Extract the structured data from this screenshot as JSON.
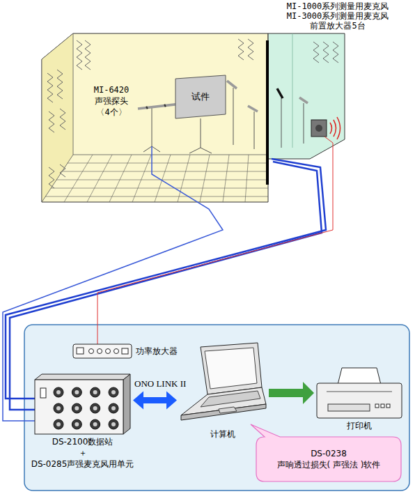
{
  "diagram": {
    "nodes": [
      {
        "text": [
          "试件"
        ]
      },
      {
        "text": [
          "功率放大器"
        ]
      },
      {
        "text": [
          "DS-2100数据站",
          "＋",
          "DS-0285声强麦克风用单元"
        ]
      },
      {
        "text": [
          "计算机"
        ]
      },
      {
        "text": [
          "打印机"
        ]
      },
      {
        "text": [
          "DS-0238",
          "声响透过损失( 声强法 )软件"
        ]
      }
    ],
    "edges": [
      {
        "from": 2,
        "to": 3,
        "arrow": "both",
        "label": "ONO LINK II"
      },
      {
        "from": 3,
        "to": 4,
        "arrow": "to"
      }
    ],
    "labels": [
      "MI-1000系列测量用麦克风",
      "MI-3000系列测量用麦克风",
      "前置放大器5台",
      "MI-6420",
      "声强探头",
      "〈4个〉"
    ]
  }
}
